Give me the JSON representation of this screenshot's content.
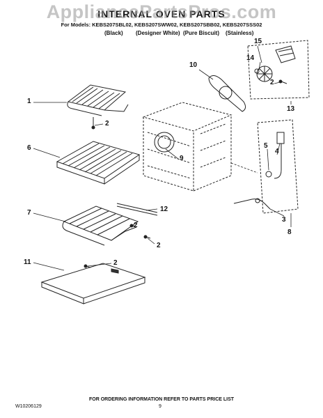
{
  "watermark": "AppliancePartsPros.com",
  "header": {
    "title": "INTERNAL OVEN PARTS",
    "models": "For Models: KEBS207SBL02, KEBS207SWW02, KEBS207SBB02, KEBS207SSS02",
    "colors": [
      "(Black)",
      "(Designer White)",
      "(Pure Biscuit)",
      "(Stainless)"
    ]
  },
  "callouts": [
    "1",
    "2",
    "6",
    "7",
    "12",
    "2",
    "2",
    "11",
    "2",
    "10",
    "9",
    "15",
    "14",
    "2",
    "13",
    "5",
    "4",
    "3",
    "8"
  ],
  "footer": {
    "doc_number": "W10206129",
    "page_number": "9",
    "ordering_note": "FOR ORDERING INFORMATION REFER TO PARTS PRICE LIST"
  }
}
